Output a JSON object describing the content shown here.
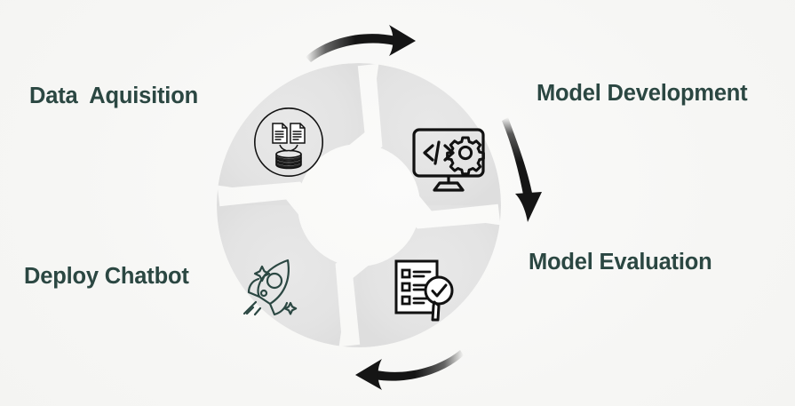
{
  "page": {
    "background_color": "#f7f7f5",
    "text_color": "#2b4742",
    "segment_color": "#e4e4e4",
    "arrow_color": "#151515"
  },
  "diagram": {
    "type": "cycle",
    "title": "",
    "direction": "clockwise",
    "steps": [
      {
        "label": "Data  Aquisition",
        "icon": "documents-to-database-icon",
        "position": "top-left",
        "label_position": "left"
      },
      {
        "label": "Model Development",
        "icon": "monitor-code-gear-icon",
        "position": "top-right",
        "label_position": "right"
      },
      {
        "label": "Model Evaluation",
        "icon": "checklist-magnifier-check-icon",
        "position": "bottom-right",
        "label_position": "right"
      },
      {
        "label": "Deploy Chatbot",
        "icon": "rocket-icon",
        "position": "bottom-left",
        "label_position": "left"
      }
    ],
    "connectors": [
      {
        "name": "top-arrow",
        "icon": "curved-arrow-right-icon",
        "points": "right"
      },
      {
        "name": "right-arrow",
        "icon": "curved-arrow-down-icon",
        "points": "down"
      },
      {
        "name": "bottom-arrow",
        "icon": "curved-arrow-left-icon",
        "points": "left"
      }
    ]
  }
}
